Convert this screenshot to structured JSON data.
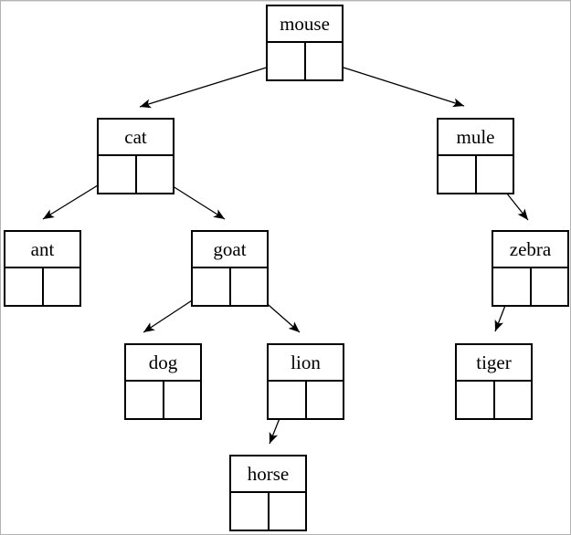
{
  "page": {
    "background_color": "#ffffff",
    "frame_border_color": "#b4b4b4"
  },
  "diagram": {
    "type": "binary-tree",
    "line_color": "#000000",
    "node_fill_color": "#ffffff",
    "node_structure": "label cell on top, left and right pointer cells below",
    "nodes": [
      {
        "id": "mouse",
        "label": "mouse"
      },
      {
        "id": "cat",
        "label": "cat"
      },
      {
        "id": "mule",
        "label": "mule"
      },
      {
        "id": "ant",
        "label": "ant"
      },
      {
        "id": "goat",
        "label": "goat"
      },
      {
        "id": "zebra",
        "label": "zebra"
      },
      {
        "id": "dog",
        "label": "dog"
      },
      {
        "id": "lion",
        "label": "lion"
      },
      {
        "id": "tiger",
        "label": "tiger"
      },
      {
        "id": "horse",
        "label": "horse"
      }
    ],
    "edges": [
      {
        "from": "mouse",
        "pointer": "left",
        "to": "cat"
      },
      {
        "from": "mouse",
        "pointer": "right",
        "to": "mule"
      },
      {
        "from": "cat",
        "pointer": "left",
        "to": "ant"
      },
      {
        "from": "cat",
        "pointer": "right",
        "to": "goat"
      },
      {
        "from": "mule",
        "pointer": "right",
        "to": "zebra"
      },
      {
        "from": "goat",
        "pointer": "left",
        "to": "dog"
      },
      {
        "from": "goat",
        "pointer": "right",
        "to": "lion"
      },
      {
        "from": "zebra",
        "pointer": "left",
        "to": "tiger"
      },
      {
        "from": "lion",
        "pointer": "left",
        "to": "horse"
      }
    ]
  }
}
